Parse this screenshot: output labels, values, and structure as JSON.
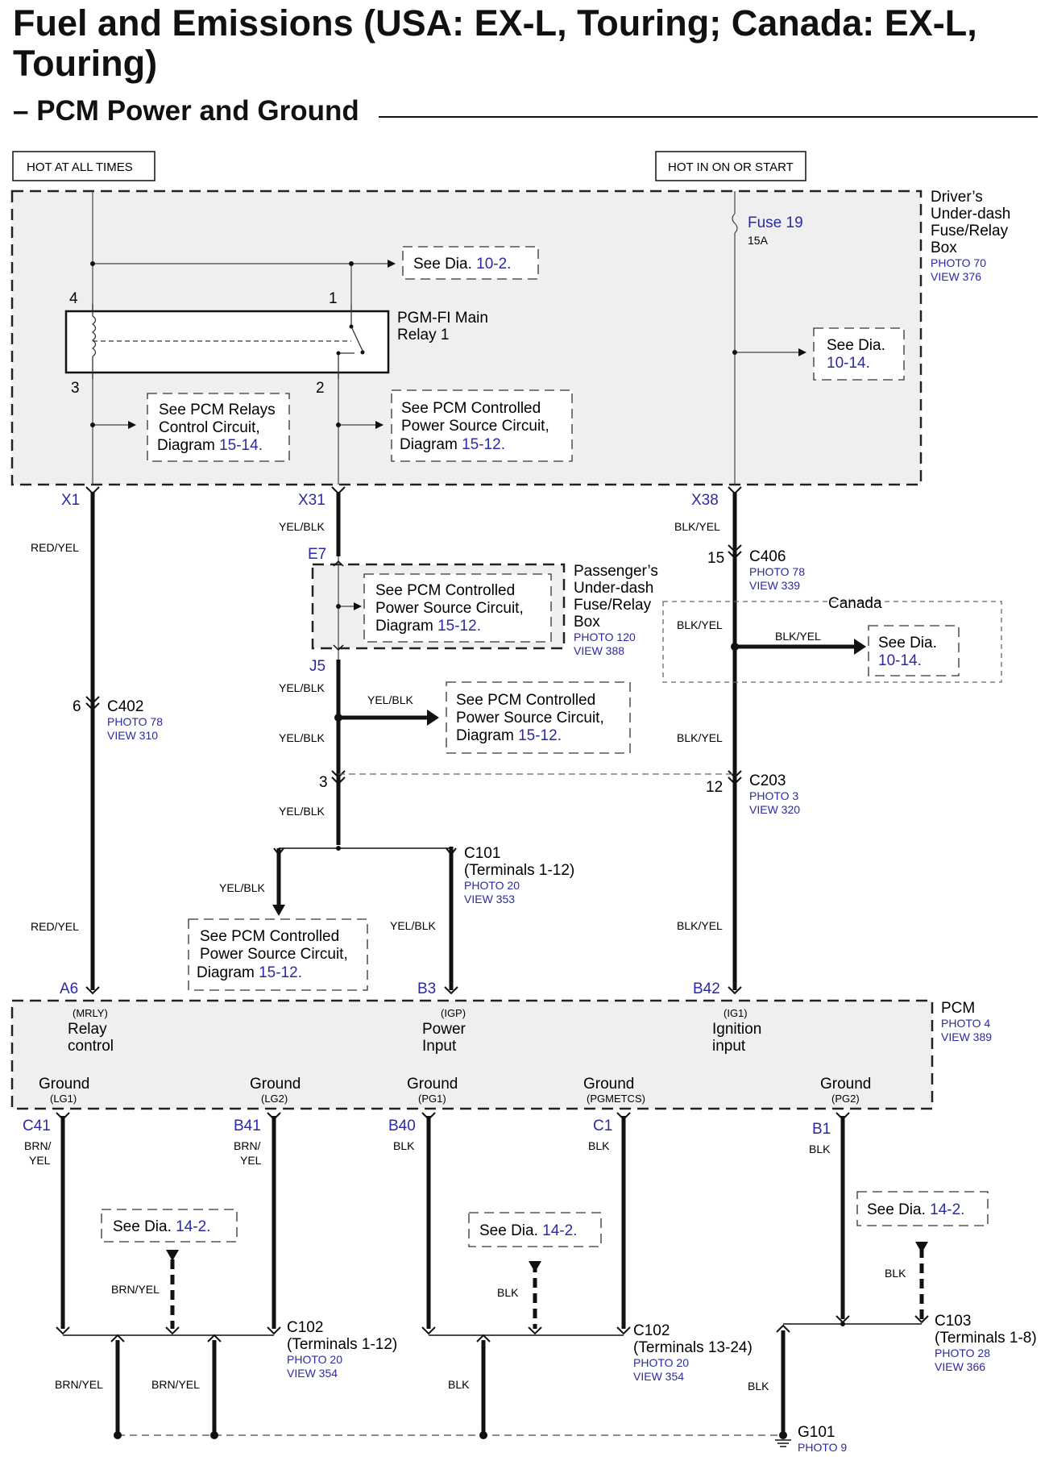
{
  "title": "Fuel and Emissions (USA: EX-L, Touring; Canada: EX-L, Touring)",
  "subtitle": "– PCM Power and Ground",
  "colors": {
    "link": "#2a2aa6",
    "wire": "#111111",
    "box_fill": "#efefef"
  },
  "power_labels": {
    "hot_at_all_times": "HOT AT ALL TIMES",
    "hot_in_on_or_start": "HOT IN ON OR START"
  },
  "drivers_box": {
    "name_lines": [
      "Driver’s",
      "Under-dash",
      "Fuse/Relay",
      "Box"
    ],
    "photo": "PHOTO 70",
    "view": "VIEW 376",
    "fuse": "Fuse 19",
    "fuse_rating": "15A",
    "relay_lines": [
      "PGM-FI Main",
      "Relay 1"
    ],
    "relay_pins": [
      "4",
      "1",
      "3",
      "2"
    ],
    "see_dia_top": {
      "prefix": "See Dia.",
      "link": "10-2."
    },
    "see_dia_right": {
      "prefix": "See Dia.",
      "link": "10-14."
    },
    "relays_ref": {
      "l1": "See PCM Relays",
      "l2": "Control Circuit,",
      "l3": "Diagram",
      "link": "15-14."
    },
    "controlled_ref": {
      "l1": "See PCM Controlled",
      "l2": "Power Source Circuit,",
      "l3": "Diagram",
      "link": "15-12."
    }
  },
  "terminals": {
    "x1": "X1",
    "x31": "X31",
    "x38": "X38",
    "e7": "E7",
    "j5": "J5",
    "a6": "A6",
    "b3": "B3",
    "b42": "B42",
    "c41": "C41",
    "b41": "B41",
    "b40": "B40",
    "c1": "C1",
    "b1": "B1"
  },
  "wires": {
    "red_yel": "RED/YEL",
    "yel_blk": "YEL/BLK",
    "blk_yel": "BLK/YEL",
    "brn_yel": "BRN/YEL",
    "brn": "BRN/",
    "yel": "YEL",
    "blk": "BLK"
  },
  "connectors": {
    "c402": {
      "name": "C402",
      "pin": "6",
      "photo": "PHOTO 78",
      "view": "VIEW 310"
    },
    "c406": {
      "name": "C406",
      "pin": "15",
      "photo": "PHOTO 78",
      "view": "VIEW 339"
    },
    "c203": {
      "name": "C203",
      "pin_left": "3",
      "pin_right": "12",
      "photo": "PHOTO 3",
      "view": "VIEW 320"
    },
    "c101": {
      "name": "C101",
      "terminals": "(Terminals 1-12)",
      "photo": "PHOTO 20",
      "view": "VIEW 353"
    },
    "c102a": {
      "name": "C102",
      "terminals": "(Terminals 1-12)",
      "photo": "PHOTO 20",
      "view": "VIEW 354"
    },
    "c102b": {
      "name": "C102",
      "terminals": "(Terminals 13-24)",
      "photo": "PHOTO 20",
      "view": "VIEW 354"
    },
    "c103": {
      "name": "C103",
      "terminals": "(Terminals 1-8)",
      "photo": "PHOTO 28",
      "view": "VIEW 366"
    },
    "g101": {
      "name": "G101",
      "photo": "PHOTO 9"
    }
  },
  "passenger_box": {
    "name_lines": [
      "Passenger’s",
      "Under-dash",
      "Fuse/Relay",
      "Box"
    ],
    "photo": "PHOTO 120",
    "view": "VIEW 388",
    "ref": {
      "l1": "See PCM Controlled",
      "l2": "Power Source Circuit,",
      "l3": "Diagram",
      "link": "15-12."
    }
  },
  "canada": {
    "label": "Canada",
    "see_dia": {
      "prefix": "See Dia.",
      "link": "10-14."
    }
  },
  "mid_refs": {
    "ref_a": {
      "l1": "See PCM Controlled",
      "l2": "Power Source Circuit,",
      "l3": "Diagram",
      "link": "15-12."
    },
    "ref_b": {
      "l1": "See PCM Controlled",
      "l2": "Power Source Circuit,",
      "l3": "Diagram",
      "link": "15-12."
    }
  },
  "pcm": {
    "name": "PCM",
    "photo": "PHOTO 4",
    "view": "VIEW 389",
    "inputs": [
      {
        "code": "(MRLY)",
        "l1": "Relay",
        "l2": "control"
      },
      {
        "code": "(IGP)",
        "l1": "Power",
        "l2": "Input"
      },
      {
        "code": "(IG1)",
        "l1": "Ignition",
        "l2": "input"
      }
    ],
    "grounds": [
      {
        "label": "Ground",
        "code": "(LG1)"
      },
      {
        "label": "Ground",
        "code": "(LG2)"
      },
      {
        "label": "Ground",
        "code": "(PG1)"
      },
      {
        "label": "Ground",
        "code": "(PGMETCS)"
      },
      {
        "label": "Ground",
        "code": "(PG2)"
      }
    ]
  },
  "ground_refs": {
    "left": {
      "prefix": "See Dia.",
      "link": "14-2."
    },
    "mid": {
      "prefix": "See Dia.",
      "link": "14-2."
    },
    "right": {
      "prefix": "See Dia.",
      "link": "14-2."
    }
  }
}
